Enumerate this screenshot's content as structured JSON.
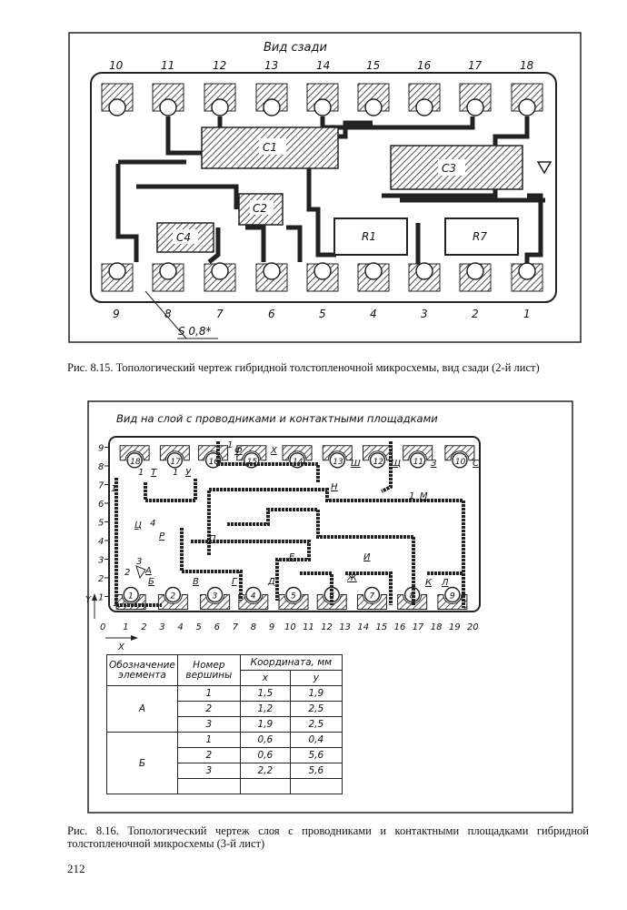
{
  "figure1": {
    "view_title": "Вид сзади",
    "top_pins": [
      "10",
      "11",
      "12",
      "13",
      "14",
      "15",
      "16",
      "17",
      "18"
    ],
    "bottom_pins": [
      "9",
      "8",
      "7",
      "6",
      "5",
      "4",
      "3",
      "2",
      "1"
    ],
    "components": {
      "c1": "C1",
      "c2": "C2",
      "c3": "C3",
      "c4": "C4",
      "r1": "R1",
      "r7": "R7"
    },
    "thickness_note": "S 0,8*",
    "caption": "Рис. 8.15. Топологический чертеж гибридной толстопленочной микросхемы, вид сзади (2-й лист)"
  },
  "figure2": {
    "view_title": "Вид на слой с проводниками и контактными площадками",
    "top_pads": [
      "18",
      "17",
      "16",
      "15",
      "14",
      "13",
      "12",
      "11",
      "10"
    ],
    "bottom_pads": [
      "1",
      "2",
      "3",
      "4",
      "5",
      "6",
      "7",
      "8",
      "9"
    ],
    "y_ticks": [
      "1",
      "2",
      "3",
      "4",
      "5",
      "6",
      "7",
      "8",
      "9"
    ],
    "x_ticks": [
      "0",
      "1",
      "2",
      "3",
      "4",
      "5",
      "6",
      "7",
      "8",
      "9",
      "10",
      "11",
      "12",
      "13",
      "14",
      "15",
      "16",
      "17",
      "18",
      "19",
      "20"
    ],
    "x_axis": "X",
    "y_axis": "Y",
    "element_labels": {
      "T": "Т",
      "U": "У",
      "F": "Ф",
      "H": "Х",
      "Sh": "Ш",
      "Shch": "Щ",
      "Z": "З",
      "S": "С",
      "N": "Н",
      "M": "М",
      "Ts": "Ц",
      "R": "Р",
      "P": "П",
      "A": "А",
      "B": "Б",
      "V": "В",
      "G": "Г",
      "D": "Д",
      "E": "Е",
      "I": "И",
      "Zh": "Ж",
      "K": "К",
      "L": "Л"
    },
    "vertex_marks": {
      "one": "1",
      "two": "2",
      "three": "3",
      "four": "4"
    },
    "table": {
      "headers": {
        "element": "Обозначение элемента",
        "vertex": "Номер вершины",
        "coord": "Координата, мм",
        "x": "x",
        "y": "y"
      },
      "groups": [
        {
          "element": "А",
          "rows": [
            {
              "vertex": "1",
              "x": "1,5",
              "y": "1,9"
            },
            {
              "vertex": "2",
              "x": "1,2",
              "y": "2,5"
            },
            {
              "vertex": "3",
              "x": "1,9",
              "y": "2,5"
            }
          ]
        },
        {
          "element": "Б",
          "rows": [
            {
              "vertex": "1",
              "x": "0,6",
              "y": "0,4"
            },
            {
              "vertex": "2",
              "x": "0,6",
              "y": "5,6"
            },
            {
              "vertex": "3",
              "x": "2,2",
              "y": "5,6"
            }
          ]
        }
      ]
    },
    "caption": "Рис. 8.16. Топологический чертеж слоя с проводниками и контактными площадками гибридной толстопленочной микросхемы (3-й лист)"
  },
  "page_number": "212"
}
